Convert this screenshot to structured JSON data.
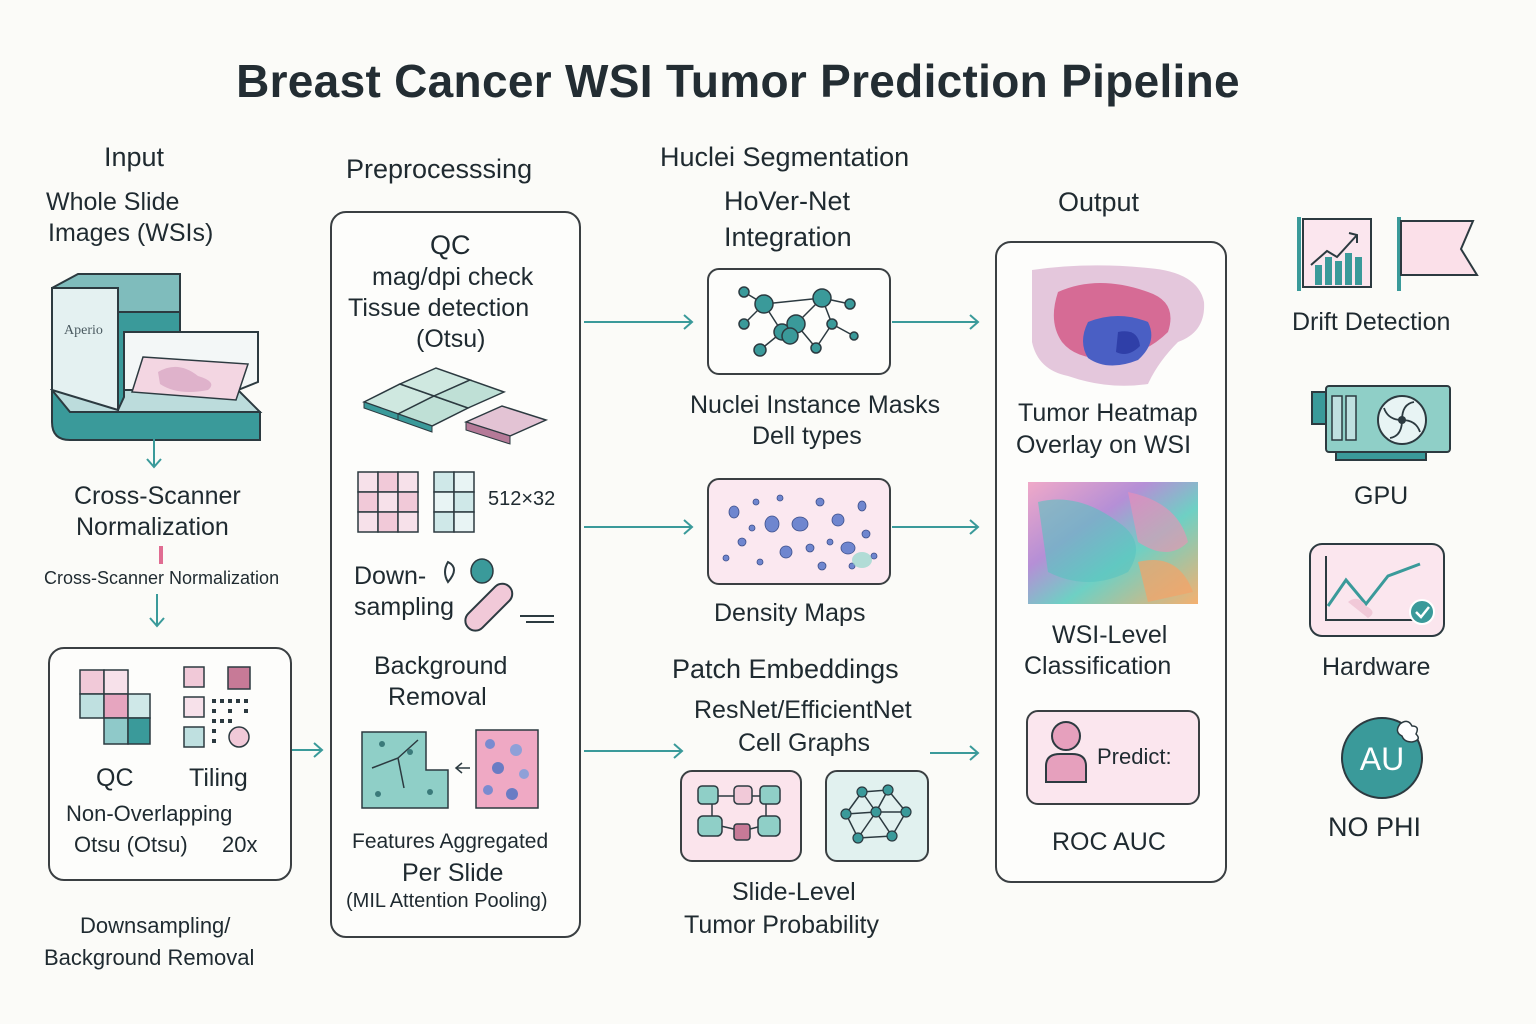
{
  "title": "Breast Cancer WSI Tumor Prediction Pipeline",
  "colors": {
    "teal": "#3a9a9a",
    "pink": "#e8b4c6",
    "dark": "#2c3a40",
    "arrow": "#3a9a9a"
  },
  "input": {
    "heading": "Input",
    "wsi_line1": "Whole Slide",
    "wsi_line2": "Images (WSIs)",
    "scanner_label": "Aperio",
    "normalization_line1": "Cross-Scanner",
    "normalization_line2": "Normalization",
    "normalization_caption": "Cross-Scanner Normalization",
    "qc_label": "QC",
    "tiling_label": "Tiling",
    "box_line1": "Non-Overlapping",
    "box_line2_left": "Otsu (Otsu)",
    "box_line2_right": "20x",
    "bottom_line1": "Downsampling/",
    "bottom_line2": "Background Removal"
  },
  "preprocessing": {
    "heading": "Preprocesssing",
    "qc": "QC",
    "mag_check": "mag/dpi check",
    "tissue_detection": "Tissue detection",
    "otsu": "(Otsu)",
    "tile_size": "512×32",
    "down_line1": "Down-",
    "down_line2": "sampling",
    "bg_line1": "Background",
    "bg_line2": "Removal",
    "features_line1": "Features Aggregated",
    "features_line2": "Per Slide",
    "features_line3": "(MIL Attention Pooling)"
  },
  "segmentation": {
    "heading": "Huclei Segmentation",
    "hover_line1": "HoVer-Net",
    "hover_line2": "Integration",
    "masks_line1": "Nuclei Instance Masks",
    "masks_line2": "Dell types",
    "density": "Density Maps",
    "patch_heading": "Patch Embeddings",
    "resnet": "ResNet/EfficientNet",
    "cell_graphs": "Cell Graphs",
    "slide_line1": "Slide-Level",
    "slide_line2": "Tumor Probability"
  },
  "output": {
    "heading": "Output",
    "heatmap_line1": "Tumor Heatmap",
    "heatmap_line2": "Overlay on WSI",
    "wsi_line1": "WSI-Level",
    "wsi_line2": "Classification",
    "predict": "Predict:",
    "roc": "ROC AUC"
  },
  "side": {
    "drift": "Drift Detection",
    "gpu": "GPU",
    "hardware": "Hardware",
    "au_badge": "AU",
    "nophi": "NO PHI"
  },
  "icons": [
    "scanner-icon",
    "tile-grid-icon",
    "graph-network-icon",
    "density-map-icon",
    "heatmap-icon",
    "gpu-card-icon",
    "line-chart-icon",
    "flag-icon",
    "person-icon",
    "au-badge-icon"
  ]
}
